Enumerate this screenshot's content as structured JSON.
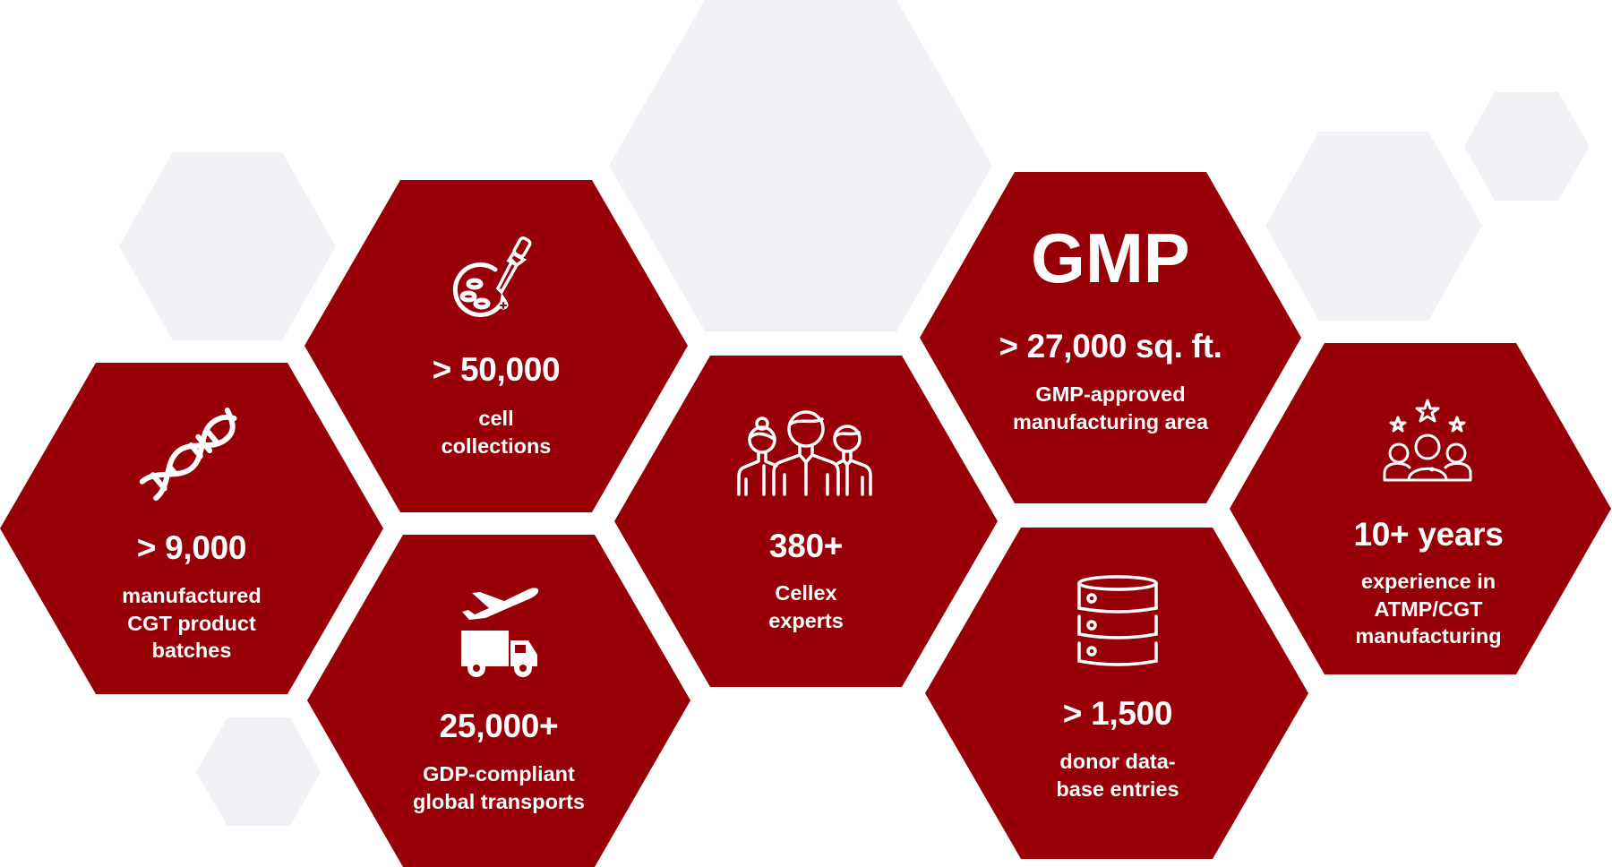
{
  "colors": {
    "primary_red": "#960006",
    "background_hex": "#F0F1F5",
    "text": "#FFFFFF",
    "page_bg": "#FFFFFF"
  },
  "stats": [
    {
      "id": "batches",
      "icon": "dna-icon",
      "value": "> 9,000",
      "description": [
        "manufactured",
        "CGT product",
        "batches"
      ]
    },
    {
      "id": "cell-collections",
      "icon": "petri-dish-pipette-icon",
      "value": "> 50,000",
      "description": [
        "cell",
        "collections"
      ]
    },
    {
      "id": "experts",
      "icon": "team-people-icon",
      "value": "380+",
      "description": [
        "Cellex",
        "experts"
      ]
    },
    {
      "id": "gmp-area",
      "headline": "GMP",
      "value": "> 27,000 sq. ft.",
      "description": [
        "GMP-approved",
        "manufacturing area"
      ]
    },
    {
      "id": "transports",
      "icon": "airplane-truck-icon",
      "value": "25,000+",
      "description": [
        "GDP-compliant",
        "global transports"
      ]
    },
    {
      "id": "donor-database",
      "icon": "database-icon",
      "value": "> 1,500",
      "description": [
        "donor data-",
        "base entries"
      ]
    },
    {
      "id": "experience",
      "icon": "team-stars-icon",
      "value": "10+ years",
      "description": [
        "experience in",
        "ATMP/CGT",
        "manufacturing"
      ]
    }
  ]
}
